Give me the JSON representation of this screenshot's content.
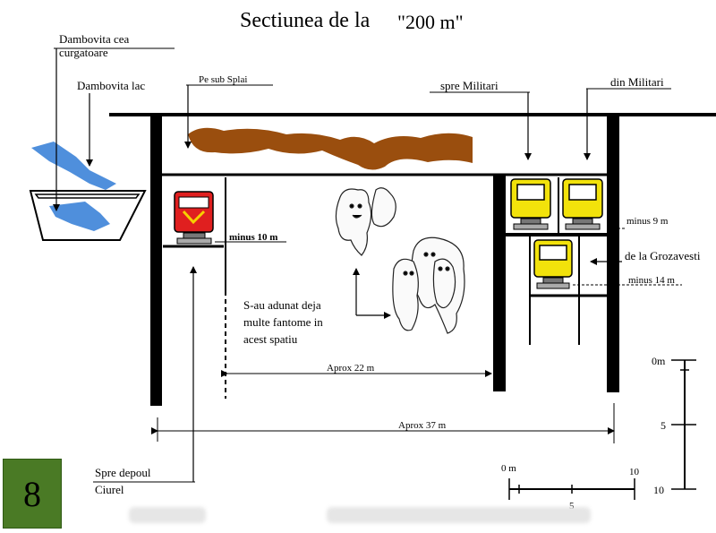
{
  "title": "Sectiunea de la",
  "title_quote": "\"200 m\"",
  "labels": {
    "dambovita_curgatoare_1": "Dambovita cea",
    "dambovita_curgatoare_2": "curgatoare",
    "dambovita_lac": "Dambovita lac",
    "sub_splai": "Pe sub Splai",
    "spre_militari": "spre Militari",
    "din_militari": "din Militari",
    "minus_10": "minus 10 m",
    "minus_9": "minus 9 m",
    "de_la_grozavesti": "de la Grozavesti",
    "minus_14": "minus 14 m",
    "fantome_1": "S-au adunat deja",
    "fantome_2": "multe fantome in",
    "fantome_3": "acest spatiu",
    "aprox_22": "Aprox  22 m",
    "aprox_37": "Aprox  37 m",
    "depou_1": "Spre depoul",
    "depou_2": "Ciurel"
  },
  "vertical_scale": {
    "top": "0m",
    "mid": "5",
    "bottom": "10"
  },
  "horizontal_scale": {
    "start": "0 m",
    "mid": "5",
    "end": "10"
  },
  "slide_number": "8",
  "colors": {
    "water": "#4f8fdc",
    "soil": "#9a4e0e",
    "train_red": "#e01f1f",
    "train_yellow": "#f2e20b",
    "badge": "#4a7a25"
  }
}
